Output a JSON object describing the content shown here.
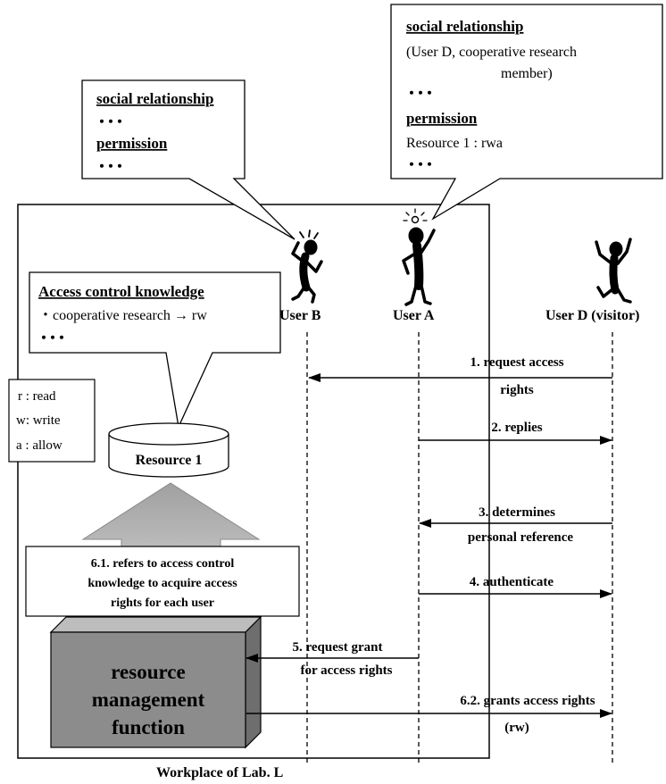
{
  "bubble_right": {
    "social_heading": "social relationship",
    "social_line1": "(User D, cooperative research",
    "social_line2": "member)",
    "dots1": "・・・",
    "permission_heading": "permission",
    "permission_value": "Resource 1 : rwa",
    "dots2": "・・・"
  },
  "bubble_left": {
    "social_heading": "social relationship",
    "dots1": "・・・",
    "permission_heading": "permission",
    "dots2": "・・・"
  },
  "knowledge_bubble": {
    "heading": "Access control knowledge",
    "rule": "・cooperative research → rw",
    "dots": "・・・"
  },
  "legend": {
    "r": "r  : read",
    "w": "w: write",
    "a": "a : allow"
  },
  "resource_label": "Resource 1",
  "refers_box": {
    "line1": "6.1. refers to access control",
    "line2": "knowledge to acquire access",
    "line3": "rights for each user"
  },
  "function_box": {
    "line1": "resource",
    "line2": "management",
    "line3": "function"
  },
  "users": {
    "b": "User B",
    "a": "User A",
    "d": "User D (visitor)"
  },
  "messages": {
    "m1_line1": "1. request access",
    "m1_line2": "rights",
    "m2": "2. replies",
    "m3_line1": "3. determines",
    "m3_line2": "personal reference",
    "m4": "4. authenticate",
    "m5_line1": "5. request grant",
    "m5_line2": "for access rights",
    "m62_line1": "6.2. grants access rights",
    "m62_line2": "(rw)"
  },
  "workplace_label": "Workplace of Lab. L"
}
